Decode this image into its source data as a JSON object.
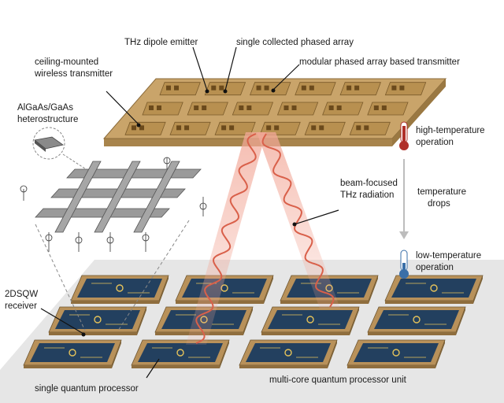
{
  "labels": {
    "dipole_emitter": "THz dipole emitter",
    "single_array": "single collected phased array",
    "ceiling_tx_1": "ceiling-mounted",
    "ceiling_tx_2": "wireless transmitter",
    "modular_tx": "modular phased array based transmitter",
    "heterostructure_1": "AlGaAs/GaAs",
    "heterostructure_2": "heterostructure",
    "high_temp_1": "high-temperature",
    "high_temp_2": "operation",
    "beam_1": "beam-focused",
    "beam_2": "THz radiation",
    "temp_drops_1": "temperature",
    "temp_drops_2": "drops",
    "low_temp_1": "low-temperature",
    "low_temp_2": "operation",
    "receiver_1": "2DSQW",
    "receiver_2": "receiver",
    "single_qp": "single quantum processor",
    "multi_core": "multi-core quantum processor unit"
  },
  "colors": {
    "transmitter_board": "#c9a46a",
    "chip_board": "#23405f",
    "beam": "#e8836f",
    "thermo_hot": "#b0302a",
    "thermo_cold": "#3a6fa8"
  }
}
